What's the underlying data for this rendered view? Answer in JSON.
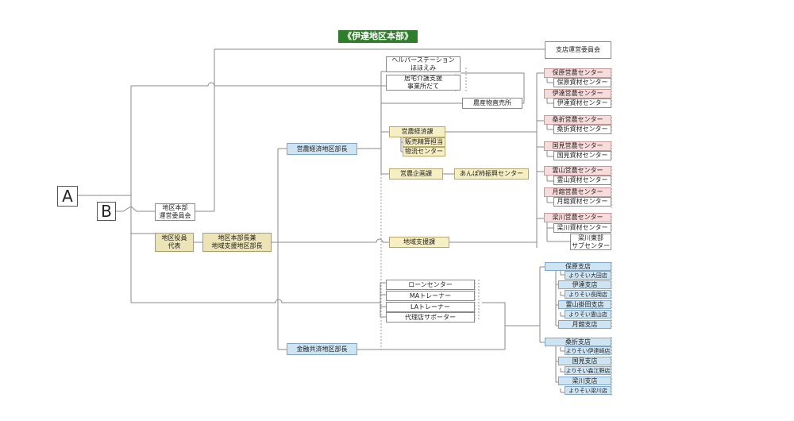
{
  "title": "《伊達地区本部》",
  "markers": {
    "a": "A",
    "b": "B"
  },
  "left": {
    "committee": [
      "地区本部",
      "運営委員会"
    ],
    "officers": [
      "地区役員",
      "代表"
    ],
    "director": [
      "地区本部長兼",
      "地域支援地区部長"
    ],
    "farm_director": "営農経済地区部長",
    "finance_director": "金融共済地区部長"
  },
  "branch_committee": "支店運営委員会",
  "services": {
    "helper": [
      "ヘルパーステーション",
      "ほほえみ"
    ],
    "homecare": [
      "居宅介護支援",
      "事業所だて"
    ],
    "direct_store": "農産物直売所"
  },
  "farm": {
    "economy_section": "営農経済課",
    "sales_settlement": "販売精算担当",
    "logistics": "物流センター",
    "planning_section": "営農企画課",
    "anpo_center": "あんぽ柿振興センター",
    "regional_support": "地域支援課"
  },
  "finance": {
    "loan_center": "ローンセンター",
    "ma_trainer": "MAトレーナー",
    "la_trainer": "LAトレーナー",
    "agency_supporter": "代理店サポーター"
  },
  "farm_centers": [
    {
      "main": "保原営農センター",
      "sub": [
        "保原資材センター"
      ]
    },
    {
      "main": "伊達営農センター",
      "sub": [
        "伊達資材センター"
      ]
    },
    {
      "main": "桑折営農センター",
      "sub": [
        "桑折資材センター"
      ]
    },
    {
      "main": "国見営農センター",
      "sub": [
        "国見資材センター"
      ]
    },
    {
      "main": "霊山営農センター",
      "sub": [
        "霊山資材センター"
      ]
    },
    {
      "main": "月舘営農センター",
      "sub": [
        "月舘資材センター"
      ]
    },
    {
      "main": "梁川営農センター",
      "sub": [
        "梁川資材センター",
        "梁川東部サブセンター"
      ]
    }
  ],
  "east_sub": [
    "梁川東部",
    "サブセンター"
  ],
  "branches": [
    {
      "main": "保原支店",
      "sub": [
        "よりそい大田店"
      ]
    },
    {
      "main": "伊達支店",
      "sub": [
        "よりそい長岡店"
      ]
    },
    {
      "main": "霊山掛田支店",
      "sub": [
        "よりそい霊山店"
      ]
    },
    {
      "main": "月舘支店",
      "sub": []
    },
    {
      "main": "桑折支店",
      "sub": [
        "よりそい伊達崎店"
      ]
    },
    {
      "main": "国見支店",
      "sub": [
        "よりそい森江野店"
      ]
    },
    {
      "main": "梁川支店",
      "sub": [
        "よりそい梁川店"
      ]
    }
  ]
}
